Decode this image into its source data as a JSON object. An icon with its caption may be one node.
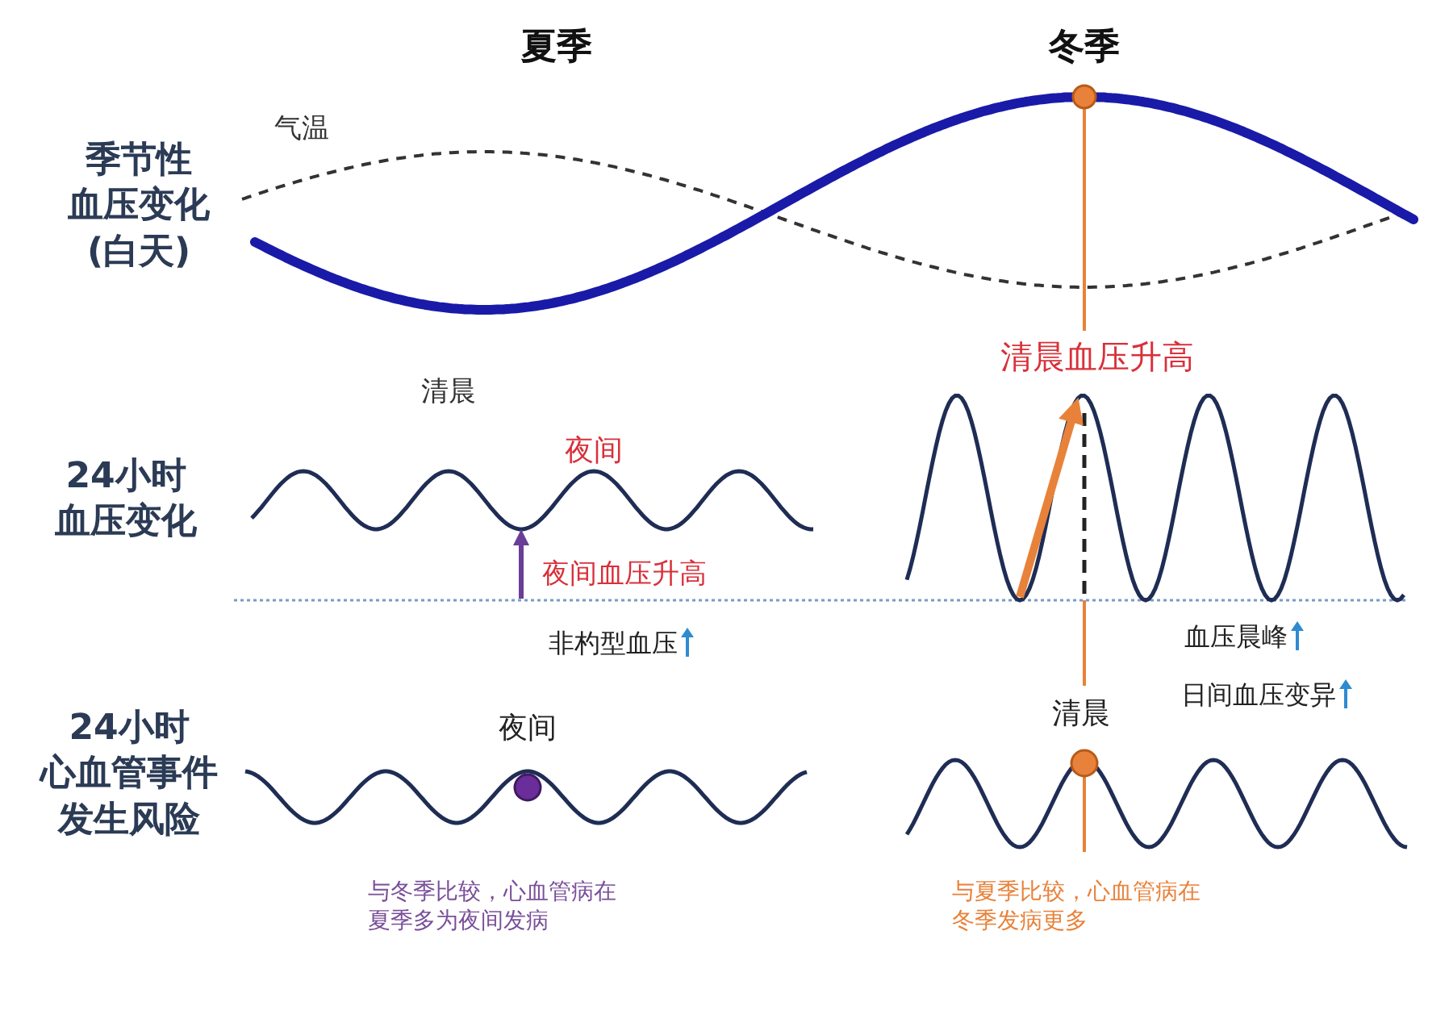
{
  "diagram": {
    "labels": [
      "夏季",
      "冬季",
      "气温",
      "季节性血压变化(白天)",
      "清晨",
      "清晨血压升高",
      "24小时血压变化",
      "夜间",
      "夜间血压升高",
      "非杓型血压",
      "血压晨峰",
      "日间血压变异",
      "24小时心血管事件发生风险",
      "夜间",
      "清晨",
      "与冬季比较，心血管病在夏季多为夜间发病",
      "与夏季比较，心血管病在冬季发病更多"
    ]
  }
}
